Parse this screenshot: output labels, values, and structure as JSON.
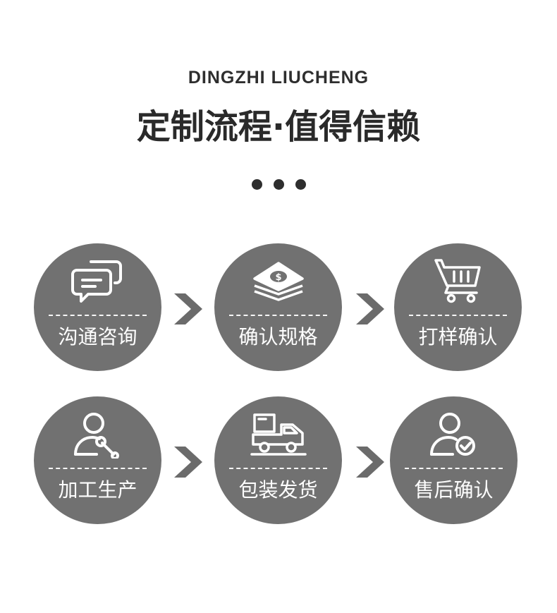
{
  "header": {
    "subtitle": "DINGZHI LIUCHENG",
    "title": "定制流程·值得信赖"
  },
  "steps": [
    {
      "label": "沟通咨询",
      "icon": "chat-bubbles-icon"
    },
    {
      "label": "确认规格",
      "icon": "money-stack-icon"
    },
    {
      "label": "打样确认",
      "icon": "shopping-cart-icon"
    },
    {
      "label": "加工生产",
      "icon": "worker-wrench-icon"
    },
    {
      "label": "包装发货",
      "icon": "delivery-truck-icon"
    },
    {
      "label": "售后确认",
      "icon": "user-check-icon"
    }
  ],
  "colors": {
    "circle": "#717171",
    "arrow": "#6b6b6b",
    "text_dark": "#2a2a2a",
    "icon": "#ffffff"
  }
}
